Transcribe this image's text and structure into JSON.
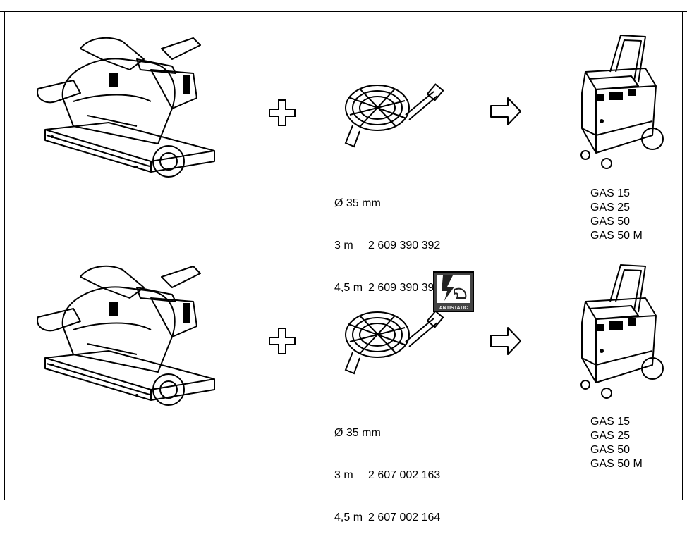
{
  "rows": [
    {
      "hose": {
        "diameter": "Ø 35 mm",
        "options": [
          {
            "length": "3 m",
            "part": "2 609 390 392"
          },
          {
            "length": "4,5 m",
            "part": "2 609 390 393"
          }
        ]
      },
      "models": [
        "GAS 15",
        "GAS 25",
        "GAS 50",
        "GAS 50 M"
      ]
    },
    {
      "hose": {
        "diameter": "Ø 35 mm",
        "badge": "ANTISTATIC",
        "options": [
          {
            "length": "3 m",
            "part": "2 607 002 163"
          },
          {
            "length": "4,5 m",
            "part": "2 607 002 164"
          }
        ]
      },
      "models": [
        "GAS 15",
        "GAS 25",
        "GAS 50",
        "GAS 50 M"
      ]
    }
  ],
  "icons": {
    "saw": "plunge-saw-illustration",
    "plus": "plus-icon",
    "hose": "hose-illustration",
    "arrow": "arrow-right-icon",
    "vacuum": "vacuum-cleaner-illustration",
    "antistatic": "antistatic-icon"
  }
}
